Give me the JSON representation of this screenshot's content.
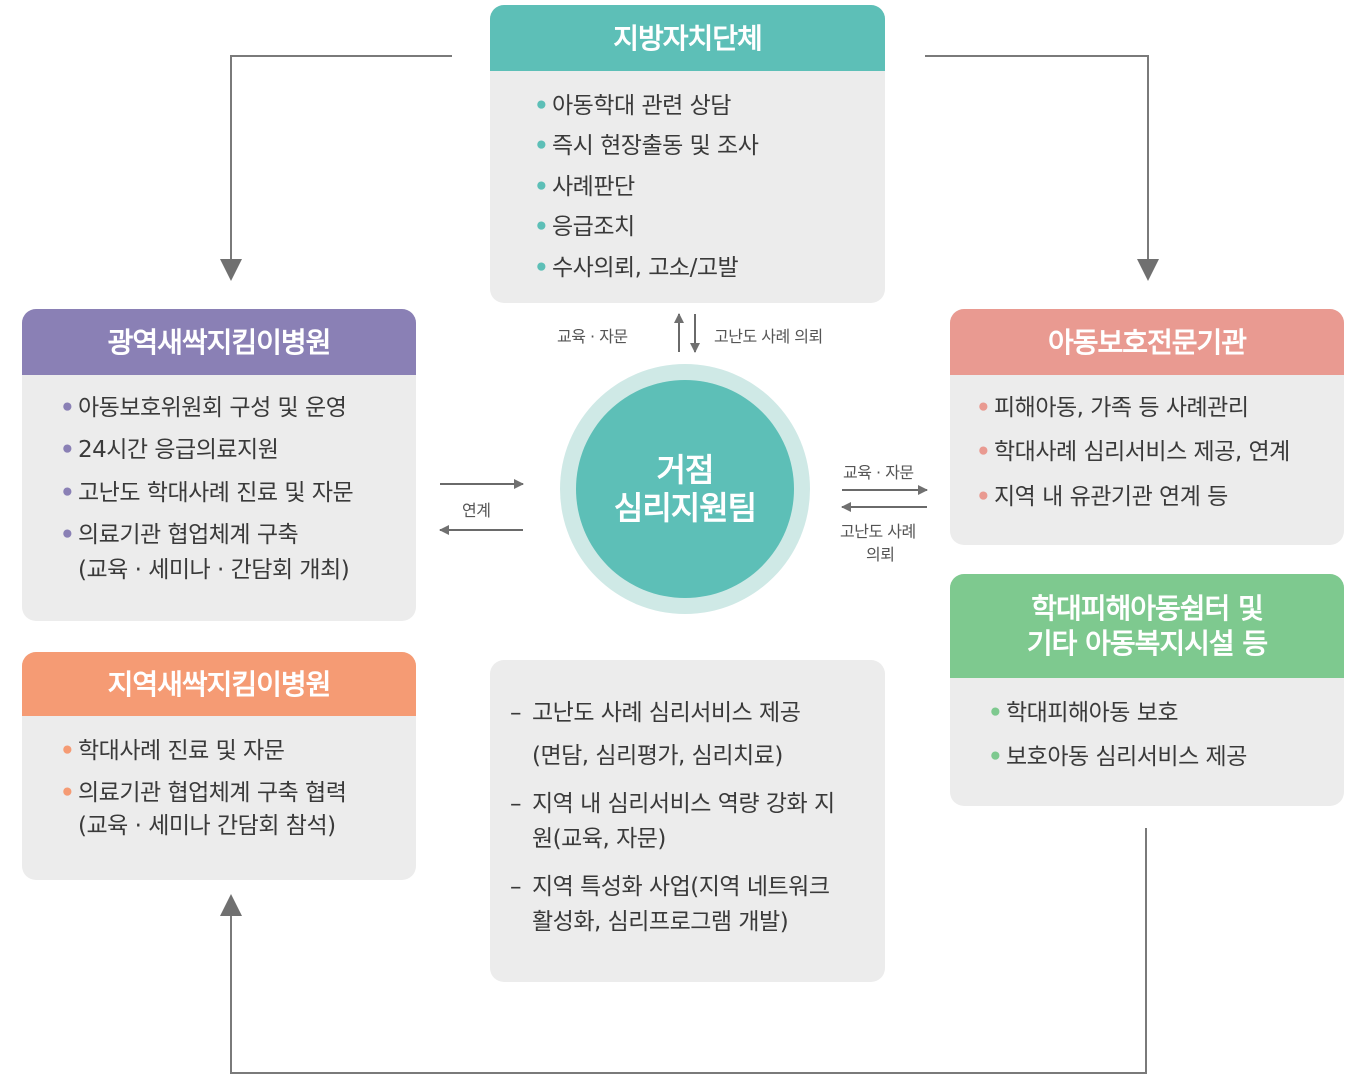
{
  "center": {
    "line1": "거점",
    "line2": "심리지원팀",
    "color": "#5dbfb7",
    "ring_color": "#cfe9e6"
  },
  "top_box": {
    "title": "지방자치단체",
    "color": "#5dbfb7",
    "bullet_color": "#5dbfb7",
    "items": [
      "아동학대 관련 상담",
      "즉시 현장출동 및 조사",
      "사례판단",
      "응급조치",
      "수사의뢰, 고소/고발"
    ]
  },
  "left_top_box": {
    "title": "광역새싹지킴이병원",
    "color": "#8a80b5",
    "bullet_color": "#8a80b5",
    "items": [
      "아동보호위원회 구성 및 운영",
      "24시간 응급의료지원",
      "고난도 학대사례 진료 및 자문",
      "의료기관 협업체계 구축"
    ],
    "item4_sub": "(교육 · 세미나 · 간담회 개최)"
  },
  "left_bottom_box": {
    "title": "지역새싹지킴이병원",
    "color": "#f59b74",
    "bullet_color": "#f59b74",
    "items": [
      "학대사례 진료 및 자문",
      "의료기관 협업체계 구축 협력"
    ],
    "item2_sub": "(교육 · 세미나 간담회 참석)"
  },
  "right_top_box": {
    "title": "아동보호전문기관",
    "color": "#e99a91",
    "bullet_color": "#e99a91",
    "items": [
      "피해아동, 가족 등 사례관리",
      "학대사례 심리서비스 제공, 연계",
      "지역 내 유관기관 연계 등"
    ]
  },
  "right_bottom_box": {
    "title_line1": "학대피해아동쉼터 및",
    "title_line2": "기타 아동복지시설 등",
    "color": "#7ec98f",
    "bullet_color": "#7ec98f",
    "items": [
      "학대피해아동 보호",
      "보호아동 심리서비스 제공"
    ]
  },
  "center_box": {
    "items": [
      [
        "고난도 사례 심리서비스 제공",
        "(면담, 심리평가, 심리치료)"
      ],
      [
        "지역 내 심리서비스 역량 강화 지",
        "원(교육, 자문)"
      ],
      [
        "지역 특성화 사업(지역 네트워크",
        "활성화, 심리프로그램 개발)"
      ]
    ]
  },
  "edge_labels": {
    "top_left": "교육 · 자문",
    "top_right": "고난도 사례 의뢰",
    "left": "연계",
    "right_top": "교육 · 자문",
    "right_bottom_1": "고난도 사례",
    "right_bottom_2": "의뢰"
  },
  "bullet": "•",
  "dash": "–"
}
